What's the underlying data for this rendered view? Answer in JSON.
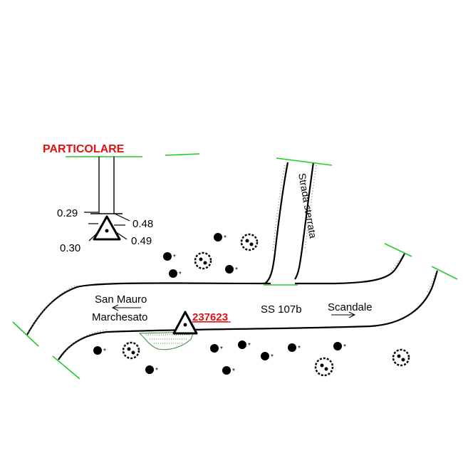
{
  "detail": {
    "title": "PARTICOLARE",
    "dim_left_top": "0.29",
    "dim_right_top": "0.48",
    "dim_left_bottom": "0.30",
    "dim_right_bottom": "0.49"
  },
  "roads": {
    "main_road": "SS 107b",
    "side_road": "Strada sterrata",
    "destination_left_line1": "San Mauro",
    "destination_left_line2": "Marchesato",
    "destination_right": "Scandale"
  },
  "benchmark": {
    "id": "237623"
  },
  "colors": {
    "title_red": "#e01010",
    "cut_line_green": "#22cc22",
    "vegetation_green": "#3a8a3a",
    "line_black": "#000000"
  },
  "icons": [
    "benchmark-triangle-icon",
    "tree-symbol-icon",
    "shrub-symbol-icon"
  ]
}
